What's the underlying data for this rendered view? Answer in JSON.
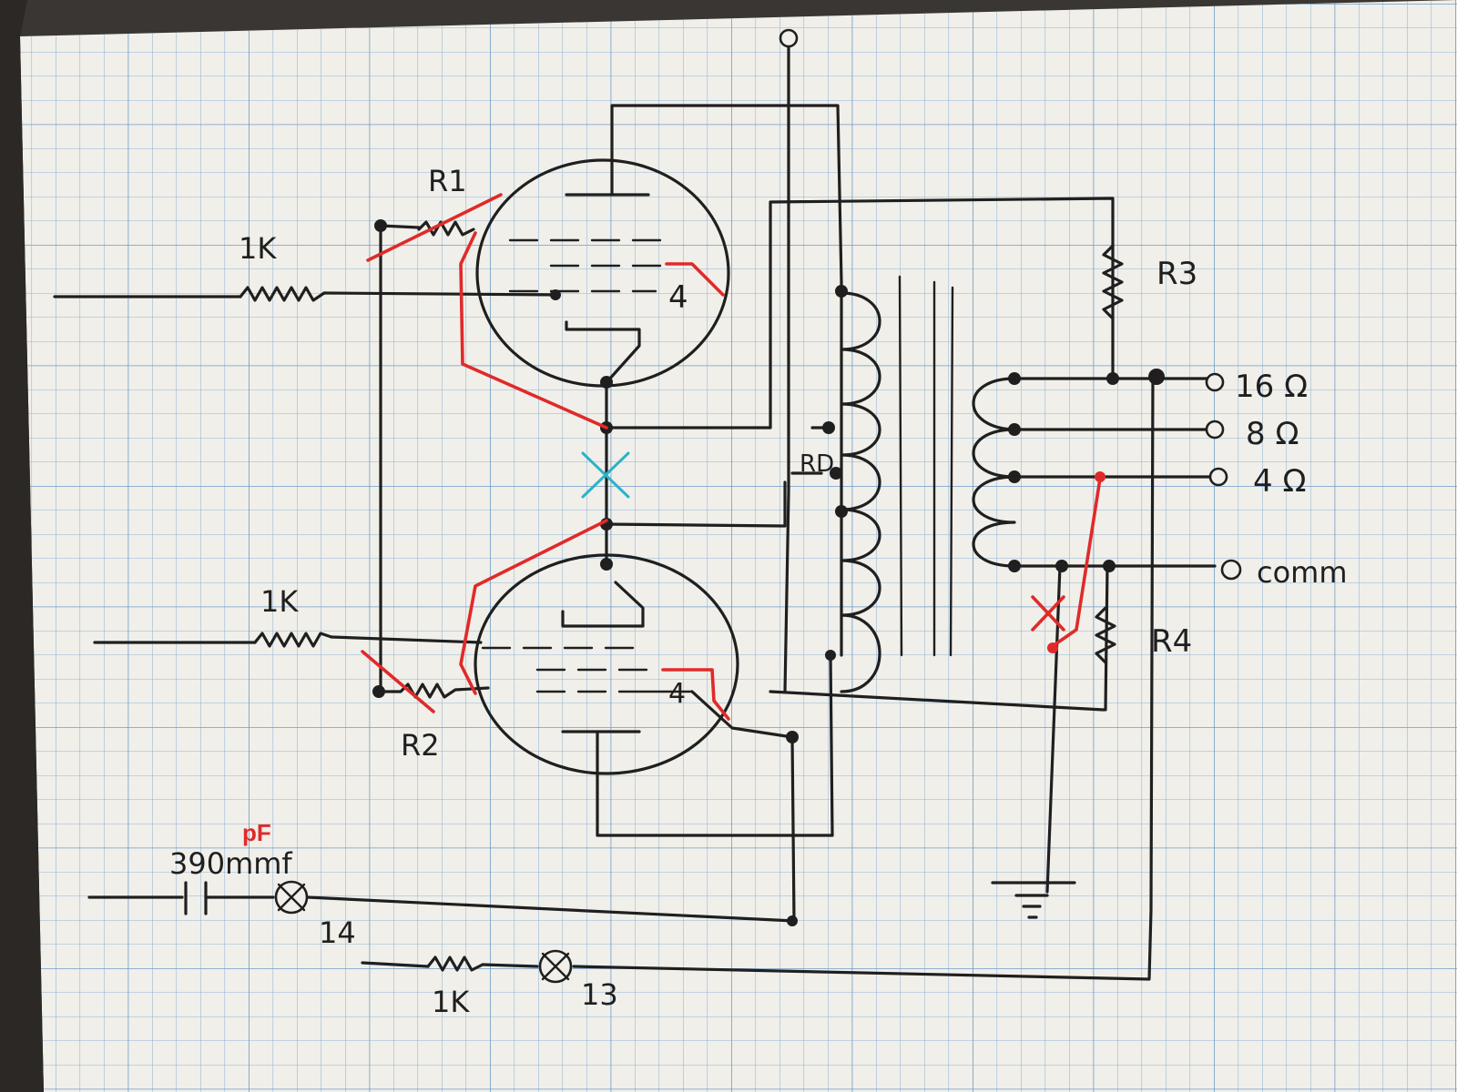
{
  "labels": {
    "r1": "R1",
    "r2": "R2",
    "r3": "R3",
    "r4": "R4",
    "rd": "RD",
    "grid_res_top": "1K",
    "grid_res_bottom": "1K",
    "pin13_res": "1K",
    "cap_value": "390mmf",
    "cap_correction": "pF",
    "pin14": "14",
    "pin13": "13",
    "top_tube_pin": "4",
    "bottom_tube_pin": "4"
  },
  "outputs": [
    {
      "value": "16",
      "unit": "Ω"
    },
    {
      "value": "8",
      "unit": "Ω"
    },
    {
      "value": "4",
      "unit": "Ω"
    },
    {
      "value": "comm",
      "unit": ""
    }
  ],
  "colors": {
    "paper": "#f1efe9",
    "grid": "#7aa6cf",
    "ink": "#1f1f1f",
    "red_pen": "#e02a2a",
    "cyan_mark": "#2bb3c9"
  }
}
